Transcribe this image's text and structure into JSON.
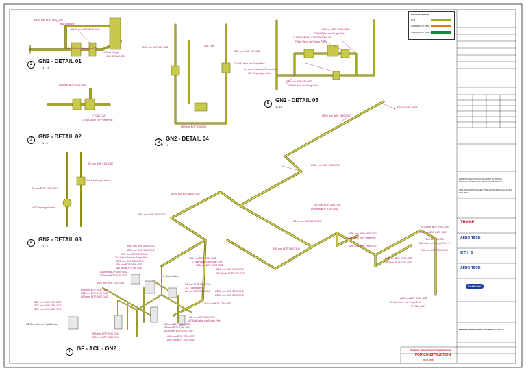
{
  "details": [
    {
      "num": "2",
      "title": "GN2 - DETAIL 01",
      "scale": "1 : 10"
    },
    {
      "num": "3",
      "title": "GN2 - DETAIL 02",
      "scale": "1 : 5"
    },
    {
      "num": "4",
      "title": "GN2 - DETAIL 03",
      "scale": "1 : 2"
    },
    {
      "num": "5",
      "title": "GN2 - DETAIL 04",
      "scale": "1 : 10"
    },
    {
      "num": "6",
      "title": "GN2 - DETAIL 05",
      "scale": "1 : 10"
    },
    {
      "num": "1",
      "title": "GF - ACL - GN2",
      "scale": ""
    }
  ],
  "labels": {
    "d1": [
      "Ø100 mm BOP 7990 GN2",
      "3/4\" Reducer",
      "Ø150 mm BOP 8810 GN2",
      "Ball Valve c/w Purge Port, 6\"",
      "150mm Flange",
      "BLIND FLANGE"
    ],
    "d2": [
      "Ø50 mm BOP 3300 GN2",
      "1\" END CAP",
      "1\" Ball Valve c/w Purge Port"
    ],
    "d3": [
      "Ø6 mm BOP 2111 GN2",
      "1/4\" Diaphragm Valve",
      "Ø6 mm BOP 2130 GN2",
      "1/4\" Diaphragm Valve"
    ],
    "d4": [
      "Ø50 mm BOP 002 GN2",
      "Gas Filter",
      "Ø50 mm BOP 992 GN2",
      "2\" Ball Valve c/w Purge Port",
      "Ø50 mm BOP 115 GN2"
    ],
    "d5": [
      "Ø50 mm BOP 3960 GN2",
      "2\" Ball Valve c/w Purge Port",
      "2\" PNEUMATIC CONTROL VALVE",
      "2\" Ball Valve c/w Purge Port",
      "Pressure Indicator Transmitter",
      "1/2\" Diaphragm Valve",
      "Ø50 mm BOP 930 GN2",
      "2\" Ball Valve c/w Purge Port"
    ],
    "iso": [
      "FROM CUB AREA",
      "Ø100 mm BOP 1990 GN2",
      "Ø100 mm BOP 7990 GN2",
      "Ø100 mm BOP 8440 GN2",
      "Ø50 mm BOP 7690 GN2",
      "Ø50 mm BOP 7150 GN2",
      "Ø50 mm BOP 7100 GN2",
      "Ø100 mm BOP 8010 GN2",
      "Ø50 mm BOP 7980 GN2",
      "Ø50 mm BOP 4560 GN2",
      "2\" Ball Valve c/w Purge Port",
      "Ø50 mm BOP 7990 GN2",
      "Ø100 mm BOP 7990 GN2",
      "Ø50 mm BOP 8025 GN2",
      "BLIND FLANGE",
      "Ball Valve c/w Purge Port, 4\"",
      "Ø50 mm BOP 7100 GN2",
      "Ø50 mm BOP 7510 GN2",
      "Ø50 mm BOP 7300 GN2",
      "Ø50 mm BOP 1450 GN2",
      "2\" Ball Valve c/w Purge Port",
      "2\" END CAP"
    ],
    "acl": [
      "Ø50 mm BOP 0180 GN2",
      "Ø50 mm BOP 0180 GN2",
      "Ø25 mm BOP 2750 GN2",
      "3/4\" Ball Valve c/w Purge Port",
      "Ø25 mm BOP 2600 GN2",
      "Ø8 mm BOP 2800 GN2",
      "Ø6 mm BOP 2750 GN2",
      "Ø25 mm BOP 2800 GN2",
      "Ø25 mm BOP 2600 GN2",
      "Ø25 mm BOP 3110 GN2",
      "Ø25 mm BOP 2810 GN2",
      "Ø25 mm BOP 3110 GN2",
      "Ø25 mm BOP 2800 GN2",
      "Ø25 mm BOP 3110 GN2",
      "Ø25 mm BOP 2750 GN2",
      "Ø25 mm BOP 2600 GN2",
      "H2 Gas Cabinet Pigtail Panel",
      "Ø50 mm BOP 2060 GN2",
      "1\" Ball Valve c/w Purge Port",
      "Ø25 mm BOP 2800 GN2",
      "Ø50 mm BOP 0100 GN2",
      "Ø100 mm BOP 3300 GN2",
      "H2 Gas Cabinet",
      "Ø8 mm BOP 2850 GN2",
      "1/2\" Diaphragm",
      "Ø4 mm BOP 2850 GN2",
      "Ø100 mm BOP 3300 GN2",
      "Ø100 mm BOP 3300 GN2",
      "Ø25 mm BOP 2790 GN2",
      "Ø6 mm BOP 1290 GN2",
      "1/4\" Ball Valve c/w Purge Port",
      "Ø6 mm BOP 3300 GN2",
      "Ø6 mm BOP 1290 GN2",
      "Ø100 mm BOP 3300 GN2",
      "Ø50 mm BOP 3300 GN2",
      "Ø50 mm BOP 2880 GN2",
      "Ø50 mm BOP 1500 GN2",
      "Ø50 mm BOP 1500 GN2"
    ]
  },
  "legend": {
    "title": "COLOUR LEGEND",
    "rows": [
      {
        "label": "GN2",
        "color": "#a8a81a"
      },
      {
        "label": "SUBMAIN LATERAL",
        "color": "#e07a1a"
      },
      {
        "label": "SUBMAIN LATERAL (N2)",
        "color": "#1a8a3a"
      }
    ]
  },
  "colors": {
    "pipe": "#a8a81a",
    "pipe_dark": "#6e6e10",
    "label": "#b0206a",
    "stamp": "#d01a1a"
  },
  "titleblock": {
    "project": "PROPOSED 2-STOREY FACTORY AT TAMAN PERINDUSTRIAN BATU BERENDAM, MELAKA.",
    "client": "FOR TEXAS INSTRUMENTS ELECTRONICS MALAYSIA SDN. BHD.",
    "logos": [
      "TRANE",
      "AERO TECH",
      "KCLA",
      "AERO TECH",
      "SAMSUNG"
    ],
    "drawing_title": "PROPOSED ISOMETRIC GN2 PIPING LAYOUT",
    "stamp_tc": "FOR CONSTRUCTION",
    "stamp_rev": "ST1 (09)",
    "stamp_tender": "TENDER / CONSTRUCTION DRAWING"
  }
}
